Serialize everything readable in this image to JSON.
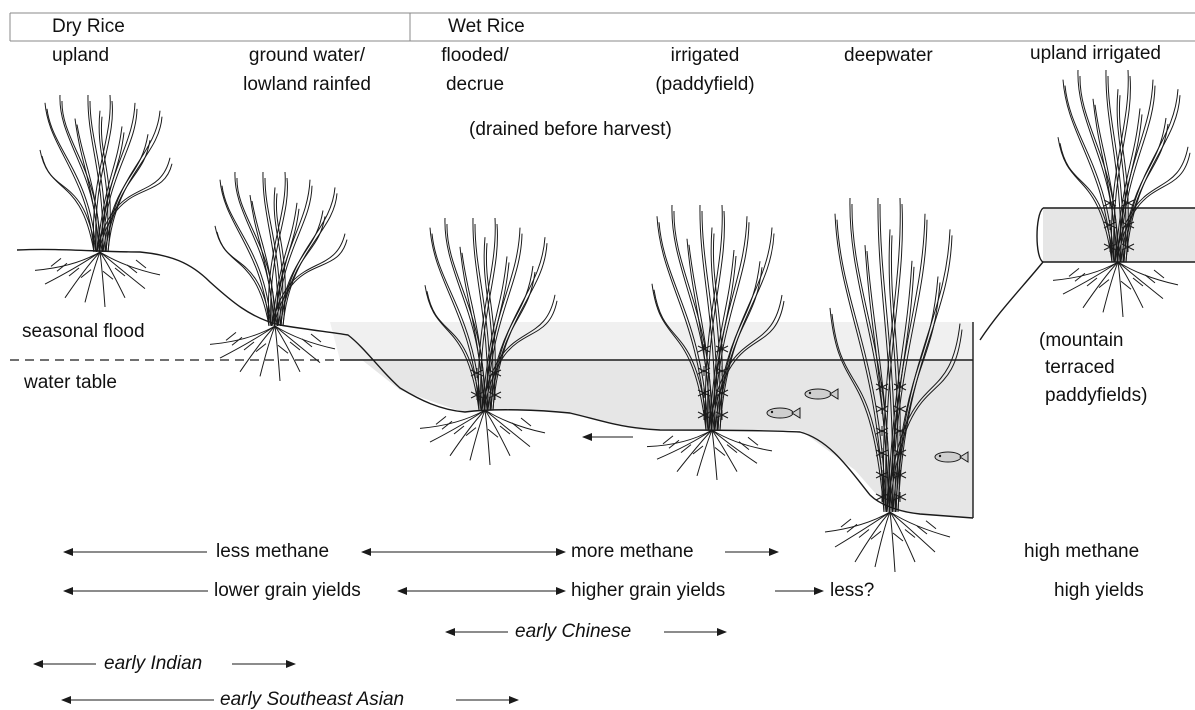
{
  "header": {
    "dry_rice": "Dry Rice",
    "wet_rice": "Wet Rice"
  },
  "columns": {
    "upland": "upland",
    "ground_water_1": "ground water/",
    "ground_water_2": "lowland rainfed",
    "flooded_1": "flooded/",
    "flooded_2": "decrue",
    "irrigated_1": "irrigated",
    "irrigated_2": "(paddyfield)",
    "deepwater": "deepwater",
    "upland_irrigated": "upland irrigated"
  },
  "notes": {
    "drained": "(drained before harvest)",
    "seasonal_flood": "seasonal flood",
    "water_table": "water table",
    "mountain_1": "(mountain",
    "mountain_2": "terraced",
    "mountain_3": "paddyfields)"
  },
  "scales": {
    "less_methane": "less methane",
    "more_methane": "more methane",
    "high_methane": "high methane",
    "lower_yields": "lower grain yields",
    "higher_yields": "higher grain yields",
    "less_q": "less?",
    "high_yields": "high yields"
  },
  "traditions": {
    "chinese": "early Chinese",
    "indian": "early Indian",
    "southeast_asian": "early Southeast Asian"
  },
  "colors": {
    "water": "#e6e6e6",
    "flood_band": "#f0f0f0",
    "ink": "#1a1a1a"
  }
}
